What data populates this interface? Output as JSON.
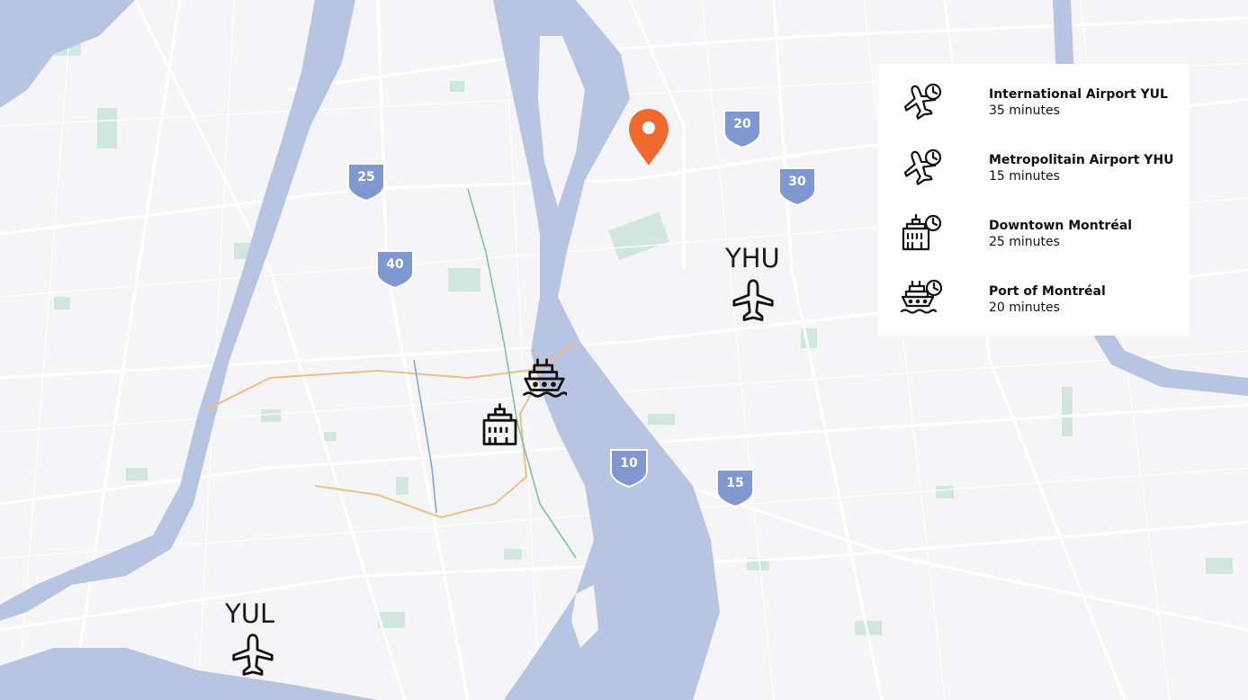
{
  "colors": {
    "land": "#f5f5f7",
    "water": "#b7c4e2",
    "park": "#cfe7df",
    "road": "#ffffff",
    "shield": "#7f98cf",
    "pin": "#ef6a2e",
    "metro_orange": "#f1be82",
    "metro_green": "#7fc4a0",
    "metro_blue": "#7fa9d3"
  },
  "highway_shields": [
    {
      "number": "20"
    },
    {
      "number": "25"
    },
    {
      "number": "30"
    },
    {
      "number": "40"
    },
    {
      "number": "10"
    },
    {
      "number": "15"
    }
  ],
  "map_labels": {
    "yhu": "YHU",
    "yul": "YUL"
  },
  "legend": {
    "items": [
      {
        "icon": "airplane-clock-icon",
        "title": "International Airport YUL",
        "time": "35 minutes"
      },
      {
        "icon": "airplane-clock-icon",
        "title": "Metropolitain Airport YHU",
        "time": "15 minutes"
      },
      {
        "icon": "building-clock-icon",
        "title": "Downtown Montréal",
        "time": "25 minutes"
      },
      {
        "icon": "ship-clock-icon",
        "title": "Port of Montréal",
        "time": "20 minutes"
      }
    ]
  }
}
